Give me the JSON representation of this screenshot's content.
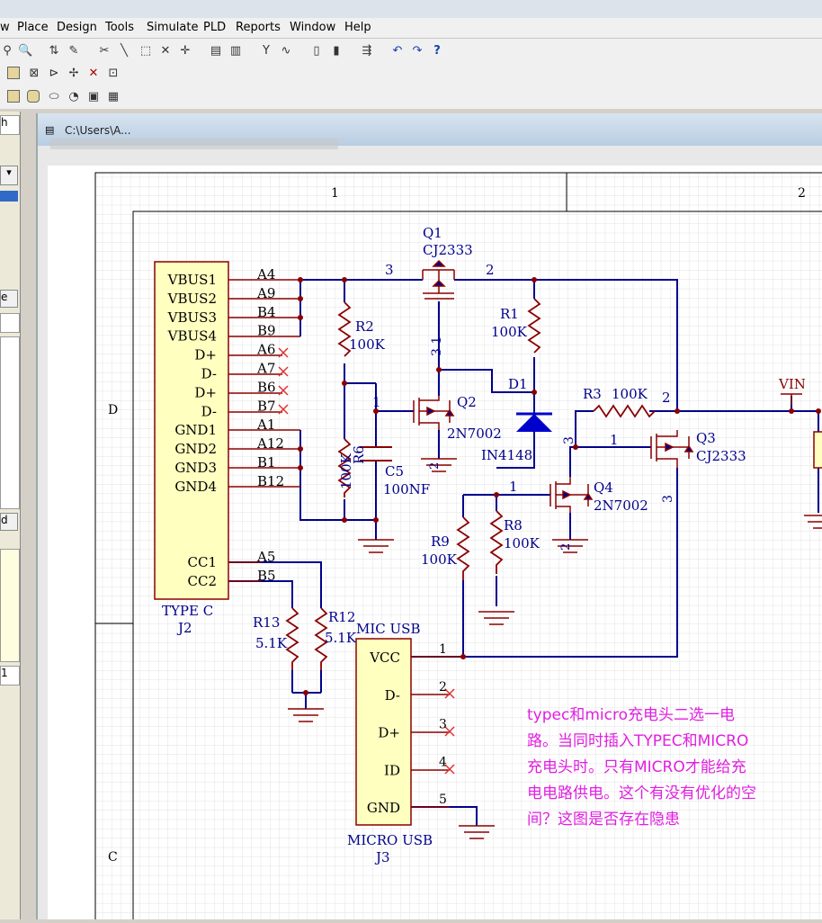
{
  "menu": [
    "w",
    "Place",
    "Design",
    "Tools",
    "Simulate",
    "PLD",
    "Reports",
    "Window",
    "Help"
  ],
  "document": {
    "path": "C:\\Users\\A..."
  },
  "left_panel": {
    "tab_h": "h",
    "btn_e": "e",
    "btn_d": "d",
    "field_1": "1"
  },
  "zones": {
    "col1": "1",
    "col2": "2",
    "rowD": "D",
    "rowC": "C"
  },
  "parts": {
    "J2": {
      "label": "TYPE C",
      "ref": "J2",
      "pins": [
        "VBUS1",
        "VBUS2",
        "VBUS3",
        "VBUS4",
        "D+",
        "D-",
        "D+",
        "D-",
        "GND1",
        "GND2",
        "GND3",
        "GND4"
      ],
      "pin_numbers": [
        "A4",
        "A9",
        "B4",
        "B9",
        "A6",
        "A7",
        "B6",
        "B7",
        "A1",
        "A12",
        "B1",
        "B12"
      ],
      "cc_pins": [
        "CC1",
        "CC2"
      ],
      "cc_numbers": [
        "A5",
        "B5"
      ]
    },
    "J3": {
      "title": "MIC USB",
      "label": "MICRO USB",
      "ref": "J3",
      "pins": [
        "VCC",
        "D-",
        "D+",
        "ID",
        "GND"
      ],
      "pin_numbers": [
        "1",
        "2",
        "3",
        "4",
        "5"
      ]
    },
    "Q1": {
      "ref": "Q1",
      "value": "CJ2333",
      "pin_left": "3",
      "pin_right": "2",
      "pin_bottom": "3 1"
    },
    "Q2": {
      "ref": "Q2",
      "value": "2N7002",
      "pin_gate": "1",
      "pin_src": "2"
    },
    "Q3": {
      "ref": "Q3",
      "value": "CJ2333",
      "pin_top": "2",
      "pin_gate": "1",
      "pin_left": "3",
      "pin_bottom": "3"
    },
    "Q4": {
      "ref": "Q4",
      "value": "2N7002",
      "pin_gate": "1",
      "pin_src": "2"
    },
    "R1": {
      "ref": "R1",
      "value": "100K"
    },
    "R2": {
      "ref": "R2",
      "value": "100K"
    },
    "R3": {
      "ref": "R3",
      "value": "100K"
    },
    "R6": {
      "ref": "R6",
      "value": "100K"
    },
    "R8": {
      "ref": "R8",
      "value": "100K"
    },
    "R9": {
      "ref": "R9",
      "value": "100K"
    },
    "R12": {
      "ref": "R12",
      "value": "5.1K"
    },
    "R13": {
      "ref": "R13",
      "value": "5.1K"
    },
    "C5": {
      "ref": "C5",
      "value": "100NF"
    },
    "D1": {
      "ref": "D1",
      "value": "IN4148"
    },
    "VIN": {
      "label": "VIN"
    }
  },
  "annotation": [
    "typec和micro充电头二选一电",
    "路。当同时插入TYPEC和MICRO",
    "充电头时。只有MICRO才能给充",
    "电电路供电。这个有没有优化的空",
    "间？这图是否存在隐患"
  ],
  "colors": {
    "wire": "#00008b",
    "part": "#8b0000",
    "junction": "#8b0000",
    "diode": "#0000cd",
    "annotation": "#e020e0",
    "part_fill": "#ffffc0",
    "grid": "#e0e0e0"
  }
}
